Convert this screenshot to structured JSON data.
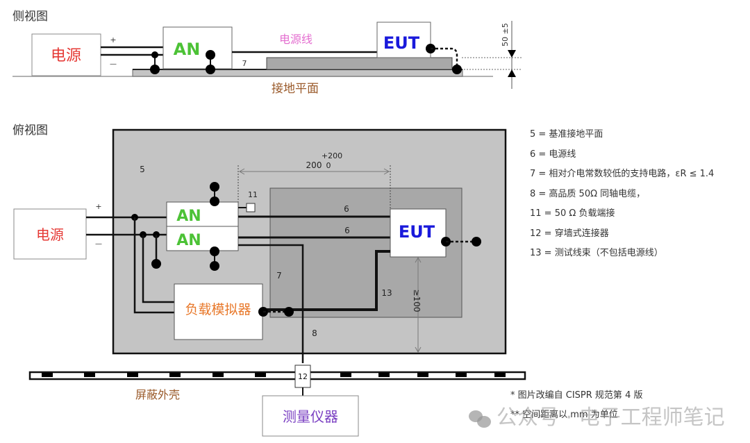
{
  "side_view": {
    "title": "侧视图",
    "power_supply": "电源",
    "plus": "+",
    "minus": "—",
    "an": "AN",
    "power_line": "电源线",
    "eut": "EUT",
    "ground_plane": "接地平面",
    "label_7": "7",
    "height_dim": "50 ±5"
  },
  "top_view": {
    "title": "俯视图",
    "power_supply": "电源",
    "plus": "+",
    "minus": "—",
    "an_top": "AN",
    "an_bottom": "AN",
    "eut": "EUT",
    "load_simulator": "负载模拟器",
    "measurement_instrument": "测量仪器",
    "shield_enclosure": "屏蔽外壳",
    "label_5": "5",
    "label_6a": "6",
    "label_6b": "6",
    "label_7": "7",
    "label_8": "8",
    "label_11": "11",
    "label_12": "12",
    "label_13": "13",
    "dim_200": "200",
    "dim_tol_plus": "+200",
    "dim_tol_zero": "0",
    "dim_100": "≥100"
  },
  "legend": [
    "5 = 基准接地平面",
    "6 = 电源线",
    "7 = 相对介电常数较低的支持电路，εR ≤ 1.4",
    "8 = 高品质  50Ω  同轴电缆，",
    "11 = 50 Ω 负载端接",
    "12 = 穿墙式连接器",
    "13 = 测试线束（不包括电源线）"
  ],
  "notes": [
    "* 图片改编自 CISPR 规范第 4 版",
    "** 空间距离以 mm 为单位"
  ],
  "watermark": "公众号 · 电子工程师笔记",
  "colors": {
    "power_supply": "#e53935",
    "an": "#4cc236",
    "eut": "#1a1adb",
    "power_line": "#e46fd0",
    "ground_plane": "#9a5a2a",
    "load_simulator": "#e8782a",
    "instrument": "#7a3fc2",
    "plane_gray": "#c4c4c4",
    "support_gray": "#a8a8a8"
  }
}
